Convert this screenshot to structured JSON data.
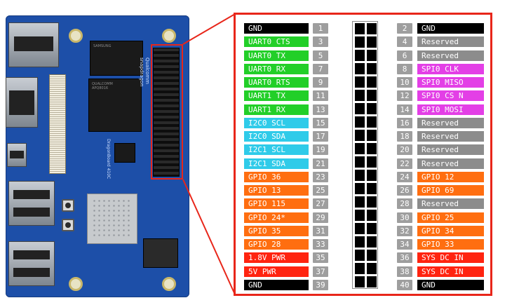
{
  "board": {
    "brand": "Qualcomm",
    "brand2": "snapdragon",
    "model": "DragonBoard 410C"
  },
  "colors": {
    "gnd": "#000000",
    "reserved": "#8c8c8c",
    "uart": "#22cf28",
    "i2c": "#2fcbe9",
    "gpio": "#ff6e10",
    "power": "#ff2410",
    "spi": "#e33fe6",
    "outline": "#e8261a"
  },
  "pinout": {
    "left": [
      {
        "label": "GND",
        "pin": "1",
        "type": "gnd"
      },
      {
        "label": "UART0 CTS",
        "pin": "3",
        "type": "uart"
      },
      {
        "label": "UART0 TX",
        "pin": "5",
        "type": "uart"
      },
      {
        "label": "UART0 RX",
        "pin": "7",
        "type": "uart"
      },
      {
        "label": "UART0 RTS",
        "pin": "9",
        "type": "uart"
      },
      {
        "label": "UART1 TX",
        "pin": "11",
        "type": "uart"
      },
      {
        "label": "UART1 RX",
        "pin": "13",
        "type": "uart"
      },
      {
        "label": "I2C0 SCL",
        "pin": "15",
        "type": "i2c"
      },
      {
        "label": "I2C0 SDA",
        "pin": "17",
        "type": "i2c"
      },
      {
        "label": "I2C1 SCL",
        "pin": "19",
        "type": "i2c"
      },
      {
        "label": "I2C1 SDA",
        "pin": "21",
        "type": "i2c"
      },
      {
        "label": "GPIO 36",
        "pin": "23",
        "type": "gpio"
      },
      {
        "label": "GPIO 13",
        "pin": "25",
        "type": "gpio"
      },
      {
        "label": "GPIO 115",
        "pin": "27",
        "type": "gpio"
      },
      {
        "label": "GPIO 24*",
        "pin": "29",
        "type": "gpio"
      },
      {
        "label": "GPIO 35",
        "pin": "31",
        "type": "gpio"
      },
      {
        "label": "GPIO 28",
        "pin": "33",
        "type": "gpio"
      },
      {
        "label": "1.8V PWR",
        "pin": "35",
        "type": "power"
      },
      {
        "label": "5V PWR",
        "pin": "37",
        "type": "power"
      },
      {
        "label": "GND",
        "pin": "39",
        "type": "gnd"
      }
    ],
    "right": [
      {
        "label": "GND",
        "pin": "2",
        "type": "gnd"
      },
      {
        "label": "Reserved",
        "pin": "4",
        "type": "reserved"
      },
      {
        "label": "Reserved",
        "pin": "6",
        "type": "reserved"
      },
      {
        "label": "SPI0 CLK",
        "pin": "8",
        "type": "spi"
      },
      {
        "label": "SPI0 MISO",
        "pin": "10",
        "type": "spi"
      },
      {
        "label": "SPI0 CS N",
        "pin": "12",
        "type": "spi"
      },
      {
        "label": "SPI0 MOSI",
        "pin": "14",
        "type": "spi"
      },
      {
        "label": "Reserved",
        "pin": "16",
        "type": "reserved"
      },
      {
        "label": "Reserved",
        "pin": "18",
        "type": "reserved"
      },
      {
        "label": "Reserved",
        "pin": "20",
        "type": "reserved"
      },
      {
        "label": "Reserved",
        "pin": "22",
        "type": "reserved"
      },
      {
        "label": "GPIO 12",
        "pin": "24",
        "type": "gpio"
      },
      {
        "label": "GPIO 69",
        "pin": "26",
        "type": "gpio"
      },
      {
        "label": "Reserved",
        "pin": "28",
        "type": "reserved"
      },
      {
        "label": "GPIO 25",
        "pin": "30",
        "type": "gpio"
      },
      {
        "label": "GPIO 34",
        "pin": "32",
        "type": "gpio"
      },
      {
        "label": "GPIO 33",
        "pin": "34",
        "type": "gpio"
      },
      {
        "label": "SYS DC IN",
        "pin": "36",
        "type": "power"
      },
      {
        "label": "SYS DC IN",
        "pin": "38",
        "type": "power"
      },
      {
        "label": "GND",
        "pin": "40",
        "type": "gnd"
      }
    ]
  }
}
